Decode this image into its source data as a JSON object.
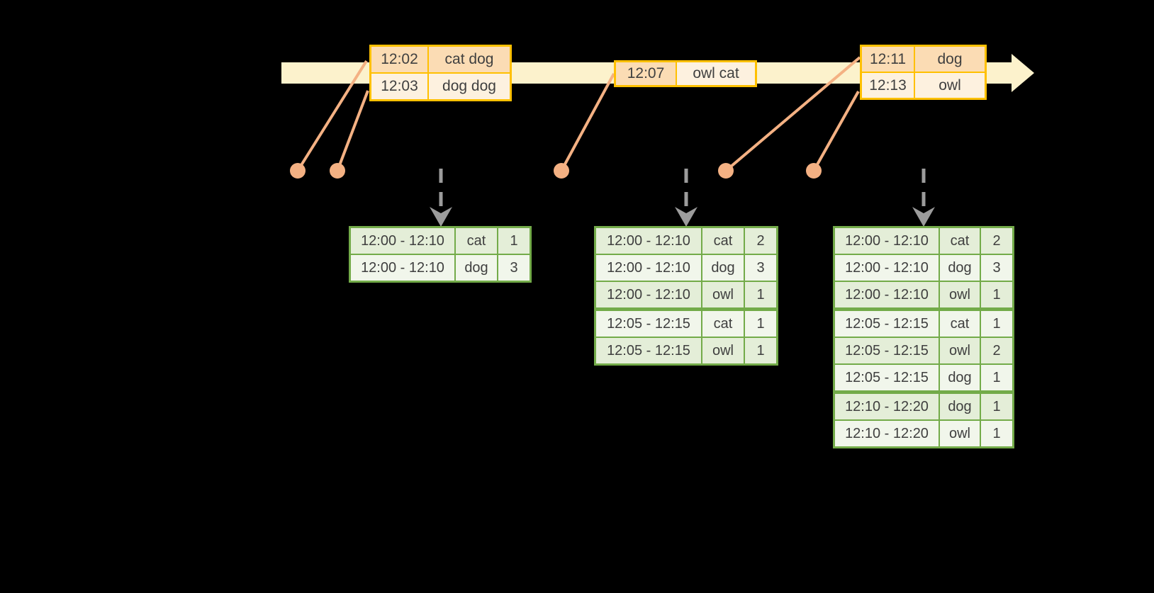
{
  "colors": {
    "background": "#000000",
    "timeline_band": "#FCF2CC",
    "event_table_border": "#FFC000",
    "event_cell_dark": "#FBDCB4",
    "event_cell_light": "#FDF1DF",
    "connector_orange": "#F4B183",
    "trigger_arrow_gray": "#9C9C9C",
    "result_table_border": "#73AB49",
    "result_cell_dark": "#E4EED8",
    "result_cell_light": "#F1F6EB",
    "text": "#3F3F3F"
  },
  "event_tables": [
    {
      "rows": [
        {
          "time": "12:02",
          "words": "cat dog"
        },
        {
          "time": "12:03",
          "words": "dog dog"
        }
      ]
    },
    {
      "rows": [
        {
          "time": "12:07",
          "words": "owl cat"
        }
      ]
    },
    {
      "rows": [
        {
          "time": "12:11",
          "words": "dog"
        },
        {
          "time": "12:13",
          "words": "owl"
        }
      ]
    }
  ],
  "result_tables": [
    {
      "rows": [
        {
          "window": "12:00 - 12:10",
          "word": "cat",
          "count": "1"
        },
        {
          "window": "12:00 - 12:10",
          "word": "dog",
          "count": "3"
        }
      ]
    },
    {
      "rows": [
        {
          "window": "12:00 - 12:10",
          "word": "cat",
          "count": "2"
        },
        {
          "window": "12:00 - 12:10",
          "word": "dog",
          "count": "3"
        },
        {
          "window": "12:00 - 12:10",
          "word": "owl",
          "count": "1"
        },
        {
          "window": "12:05 - 12:15",
          "word": "cat",
          "count": "1"
        },
        {
          "window": "12:05 - 12:15",
          "word": "owl",
          "count": "1"
        }
      ]
    },
    {
      "rows": [
        {
          "window": "12:00 - 12:10",
          "word": "cat",
          "count": "2"
        },
        {
          "window": "12:00 - 12:10",
          "word": "dog",
          "count": "3"
        },
        {
          "window": "12:00 - 12:10",
          "word": "owl",
          "count": "1"
        },
        {
          "window": "12:05 - 12:15",
          "word": "cat",
          "count": "1"
        },
        {
          "window": "12:05 - 12:15",
          "word": "owl",
          "count": "2"
        },
        {
          "window": "12:05 - 12:15",
          "word": "dog",
          "count": "1"
        },
        {
          "window": "12:10 - 12:20",
          "word": "dog",
          "count": "1"
        },
        {
          "window": "12:10 - 12:20",
          "word": "owl",
          "count": "1"
        }
      ]
    }
  ]
}
